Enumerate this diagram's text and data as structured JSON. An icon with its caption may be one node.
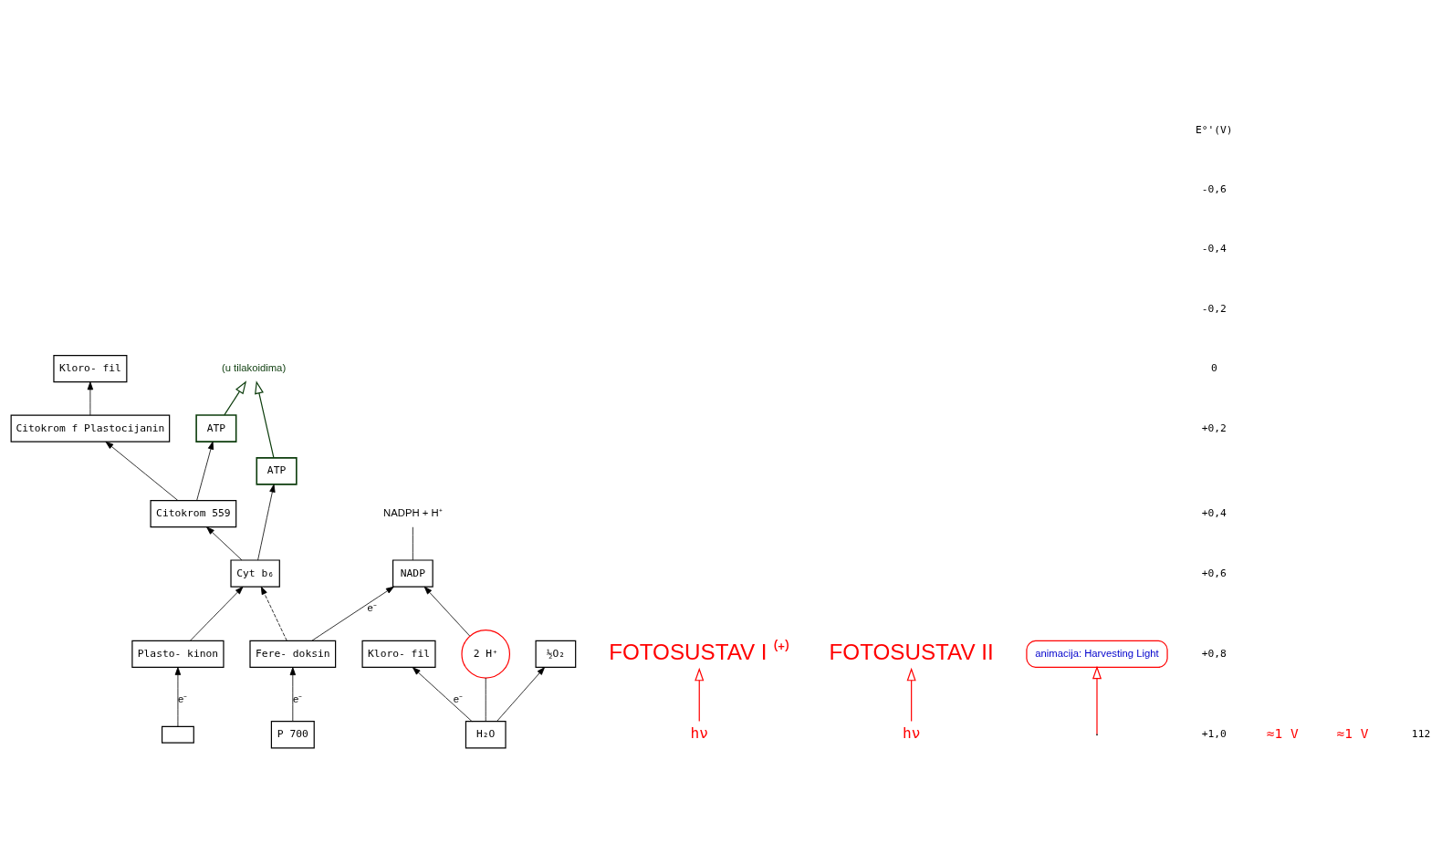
{
  "diagram": {
    "nodes": [
      {
        "text": [
          "NADP"
        ]
      },
      {
        "text": [
          "NADPH + H⁺"
        ]
      },
      {
        "text": [
          "Fere- doksin"
        ]
      },
      {
        "text": [
          "P 700"
        ]
      },
      {
        "text": [
          "Kloro- fil"
        ]
      },
      {
        "text": [
          "Citokrom f Plastocijanin"
        ]
      },
      {
        "text": [
          "ATP"
        ]
      },
      {
        "text": [
          "Citokrom 559"
        ]
      },
      {
        "text": [
          "ATP"
        ]
      },
      {
        "text": [
          "Cyt b₆"
        ]
      },
      {
        "text": [
          "Plasto- kinon"
        ]
      },
      {
        "text": [],
        "shape": "box"
      },
      {
        "text": [
          "Kloro- fil"
        ]
      },
      {
        "text": [
          "2 H⁺"
        ]
      },
      {
        "text": [
          "H₂O"
        ]
      },
      {
        "text": [
          "½O₂"
        ]
      },
      {
        "text": [
          "FOTOSUSTAV I ⁽⁺⁾"
        ]
      },
      {
        "text": [
          "hν"
        ]
      },
      {
        "text": [
          "FOTOSUSTAV II"
        ]
      },
      {
        "text": [
          "hν"
        ]
      },
      {
        "text": [
          "animacija: Harvesting Light"
        ]
      },
      {
        "text": [
          "(u tilakoidima)"
        ]
      }
    ],
    "edges": [
      {
        "from": 0,
        "to": 1,
        "arrow": "none"
      },
      {
        "from": 2,
        "to": 0,
        "arrow": "to",
        "label": "e⁻"
      },
      {
        "from": 13,
        "to": 0,
        "arrow": "to"
      },
      {
        "from": 2,
        "to": 9,
        "arrow": "to",
        "style": "dashed"
      },
      {
        "from": 3,
        "to": 2,
        "arrow": "to",
        "label": "e⁻"
      },
      {
        "from": 5,
        "to": 4,
        "arrow": "to"
      },
      {
        "from": 7,
        "to": 5,
        "arrow": "to"
      },
      {
        "from": 7,
        "to": 6,
        "arrow": "to"
      },
      {
        "from": 9,
        "to": 7,
        "arrow": "to"
      },
      {
        "from": 9,
        "to": 8,
        "arrow": "to"
      },
      {
        "from": 10,
        "to": 9,
        "arrow": "to"
      },
      {
        "from": 11,
        "to": 10,
        "arrow": "to",
        "label": "e⁻"
      },
      {
        "from": 14,
        "to": 12,
        "arrow": "to",
        "label": "e⁻"
      },
      {
        "from": 14,
        "to": 15,
        "arrow": "to"
      },
      {
        "from": 14,
        "to": 13,
        "arrow": "none"
      },
      {
        "from": 17,
        "to": 16,
        "arrow": "to",
        "color": "#ff0000"
      },
      {
        "from": 19,
        "to": 18,
        "arrow": "to",
        "color": "#ff0000"
      },
      {
        "from": null,
        "to": 20,
        "arrow": "to",
        "color": "#ff0000"
      },
      {
        "from": 6,
        "to": 21,
        "arrow": "to",
        "color": "#0d3d0d"
      },
      {
        "from": 8,
        "to": 21,
        "arrow": "to",
        "color": "#0d3d0d"
      }
    ],
    "labels": [
      "E°'(V)",
      "-0,6",
      "-0,4",
      "-0,2",
      "0",
      "+0,2",
      "+0,4",
      "+0,6",
      "+0,8",
      "+1,0",
      "≈1 V",
      "≈1 V",
      "112"
    ]
  }
}
